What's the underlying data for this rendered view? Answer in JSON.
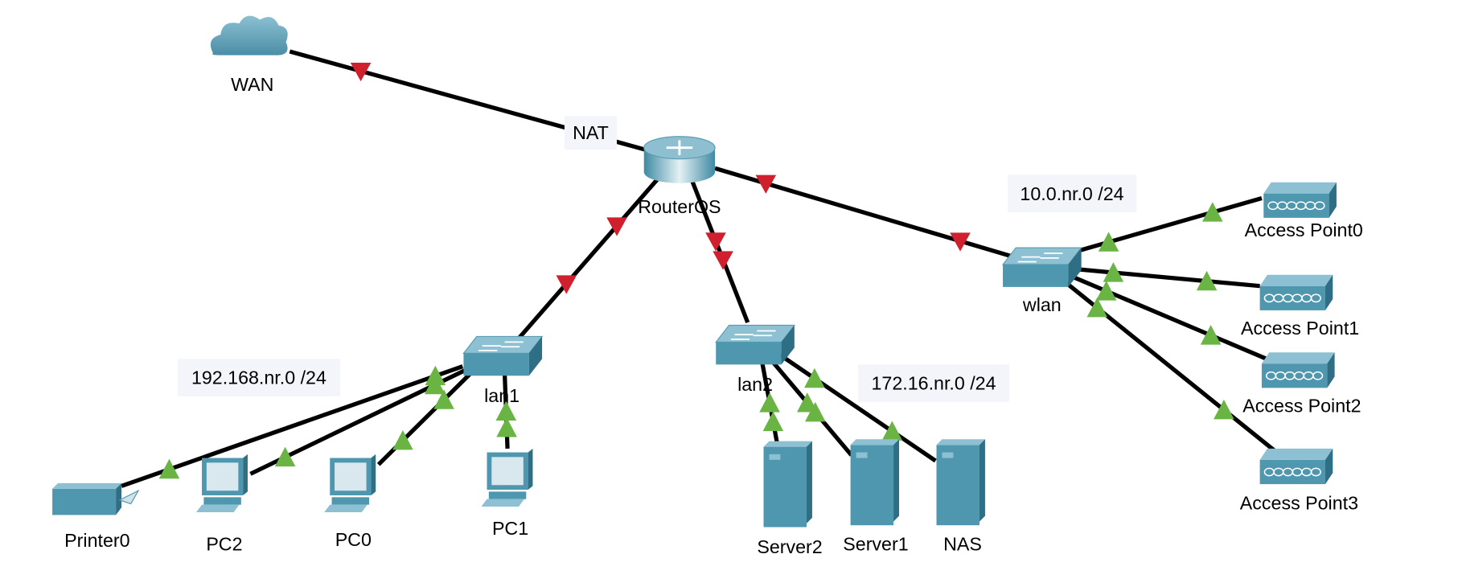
{
  "colors": {
    "link": "#000000",
    "down": "#d0202e",
    "up": "#6ab444",
    "device": "#4f97ae",
    "device_dark": "#2f6f85",
    "label_bg": "#f4f5fb"
  },
  "devices": {
    "wan": {
      "label": "WAN",
      "type": "cloud"
    },
    "router": {
      "label": "RouterOS",
      "type": "router"
    },
    "lan1": {
      "label": "lan1",
      "type": "switch"
    },
    "lan2": {
      "label": "lan2",
      "type": "switch"
    },
    "wlan": {
      "label": "wlan",
      "type": "switch"
    },
    "printer0": {
      "label": "Printer0",
      "type": "printer"
    },
    "pc2": {
      "label": "PC2",
      "type": "pc"
    },
    "pc0": {
      "label": "PC0",
      "type": "pc"
    },
    "pc1": {
      "label": "PC1",
      "type": "pc"
    },
    "server2": {
      "label": "Server2",
      "type": "server"
    },
    "server1": {
      "label": "Server1",
      "type": "server"
    },
    "nas": {
      "label": "NAS",
      "type": "server"
    },
    "ap0": {
      "label": "Access Point0",
      "type": "access-point"
    },
    "ap1": {
      "label": "Access Point1",
      "type": "access-point"
    },
    "ap2": {
      "label": "Access Point2",
      "type": "access-point"
    },
    "ap3": {
      "label": "Access Point3",
      "type": "access-point"
    }
  },
  "notes": {
    "nat": "NAT",
    "lan1_subnet": "192.168.nr.0 /24",
    "lan2_subnet": "172.16.nr.0 /24",
    "wlan_subnet": "10.0.nr.0 /24"
  },
  "links": [
    {
      "from": "wan",
      "to": "router",
      "status": "down"
    },
    {
      "from": "router",
      "to": "lan1",
      "status": "down"
    },
    {
      "from": "router",
      "to": "lan2",
      "status": "down"
    },
    {
      "from": "router",
      "to": "wlan",
      "status": "down"
    },
    {
      "from": "lan1",
      "to": "printer0",
      "status": "up"
    },
    {
      "from": "lan1",
      "to": "pc2",
      "status": "up"
    },
    {
      "from": "lan1",
      "to": "pc0",
      "status": "up"
    },
    {
      "from": "lan1",
      "to": "pc1",
      "status": "up"
    },
    {
      "from": "lan2",
      "to": "server2",
      "status": "up"
    },
    {
      "from": "lan2",
      "to": "server1",
      "status": "up"
    },
    {
      "from": "lan2",
      "to": "nas",
      "status": "up"
    },
    {
      "from": "wlan",
      "to": "ap0",
      "status": "up"
    },
    {
      "from": "wlan",
      "to": "ap1",
      "status": "up"
    },
    {
      "from": "wlan",
      "to": "ap2",
      "status": "up"
    },
    {
      "from": "wlan",
      "to": "ap3",
      "status": "up"
    }
  ]
}
